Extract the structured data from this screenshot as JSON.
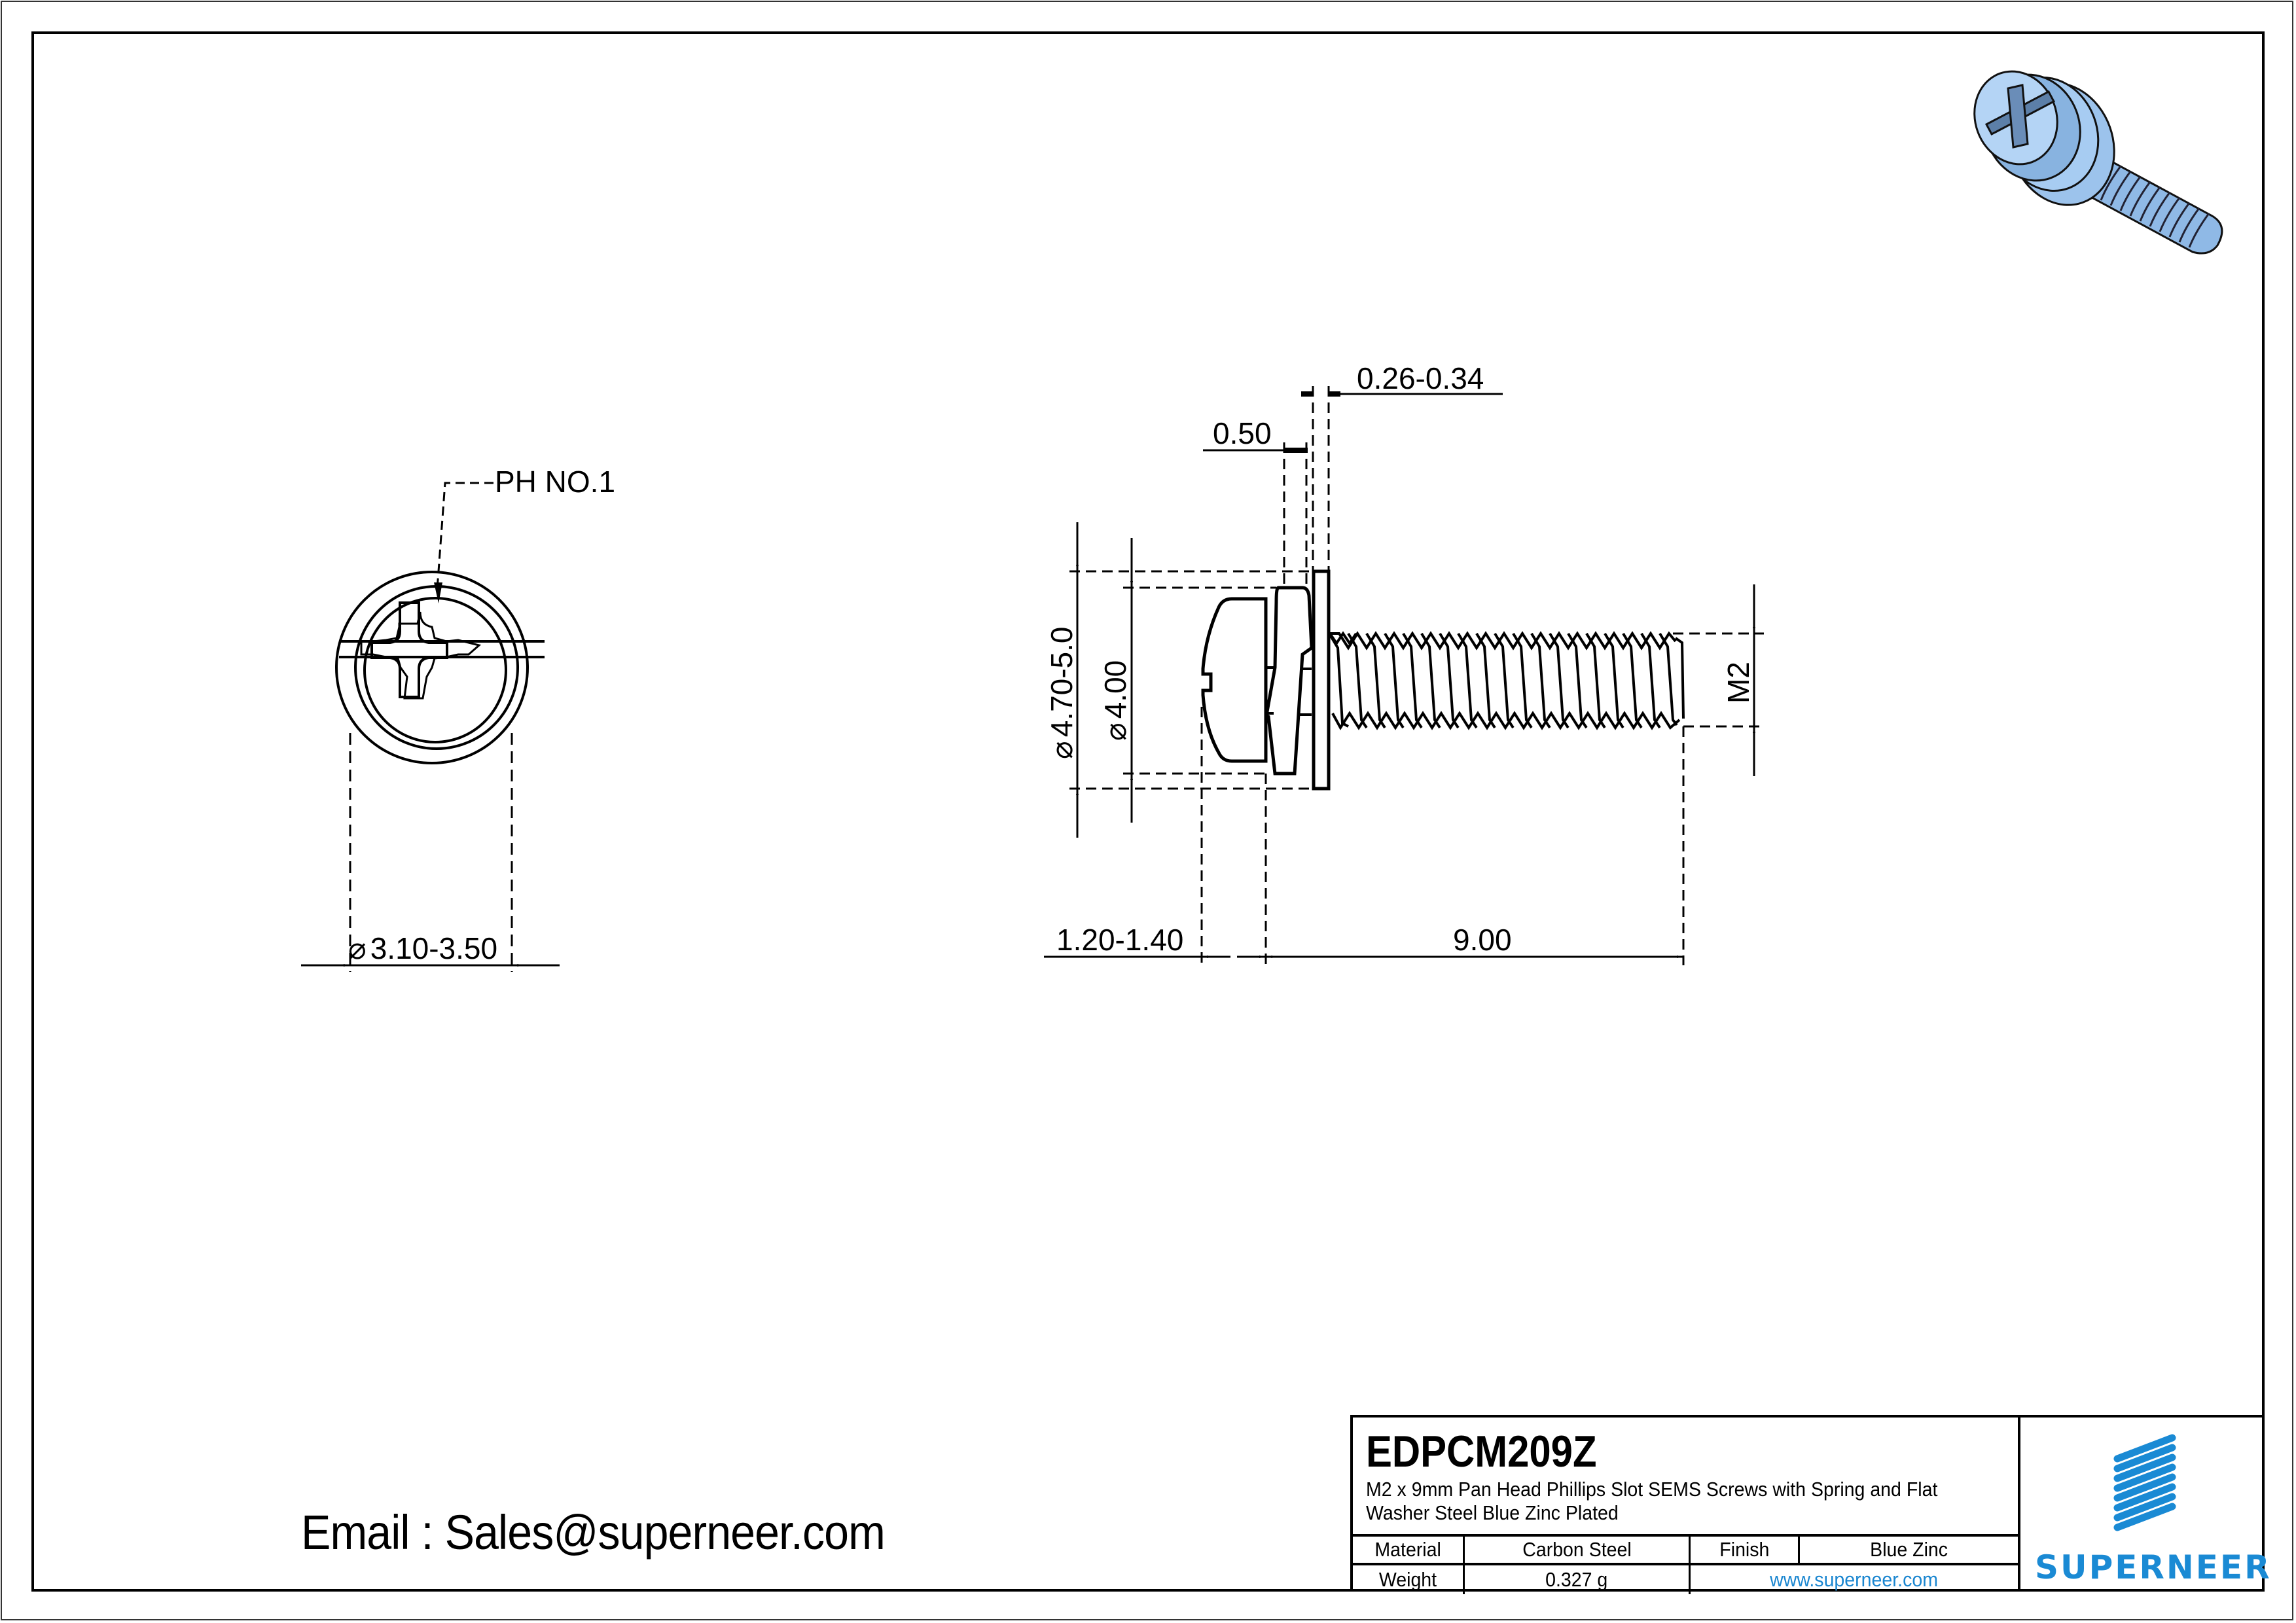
{
  "drawing": {
    "front_view": {
      "callout": "PH NO.1",
      "dimension_diameter": "3.10-3.50",
      "diameter_symbol": "⌀"
    },
    "side_view": {
      "dim_flat_washer_thickness": "0.26-0.34",
      "dim_spring_washer_thickness": "0.50",
      "dim_flat_washer_od": "4.70-5.0",
      "dim_spring_washer_od": "4.00",
      "dim_thread": "M2",
      "dim_head_height": "1.20-1.40",
      "dim_length": "9.00",
      "diameter_symbol": "⌀"
    },
    "iso_view": {
      "description": "3D isometric render of blue zinc plated SEMS screw",
      "color": "#8fb9e6"
    }
  },
  "contact": {
    "email_line": "Email : Sales@superneer.com"
  },
  "title_block": {
    "part_number": "EDPCM209Z",
    "description": "M2 x 9mm Pan Head Phillips Slot SEMS Screws with Spring and Flat Washer Steel Blue Zinc Plated",
    "material_label": "Material",
    "material_value": "Carbon Steel",
    "finish_label": "Finish",
    "finish_value": "Blue Zinc",
    "weight_label": "Weight",
    "weight_value": "0.327 g",
    "website": "www.superneer.com",
    "brand": "SUPERNEER",
    "brand_color": "#1a8ad4"
  }
}
